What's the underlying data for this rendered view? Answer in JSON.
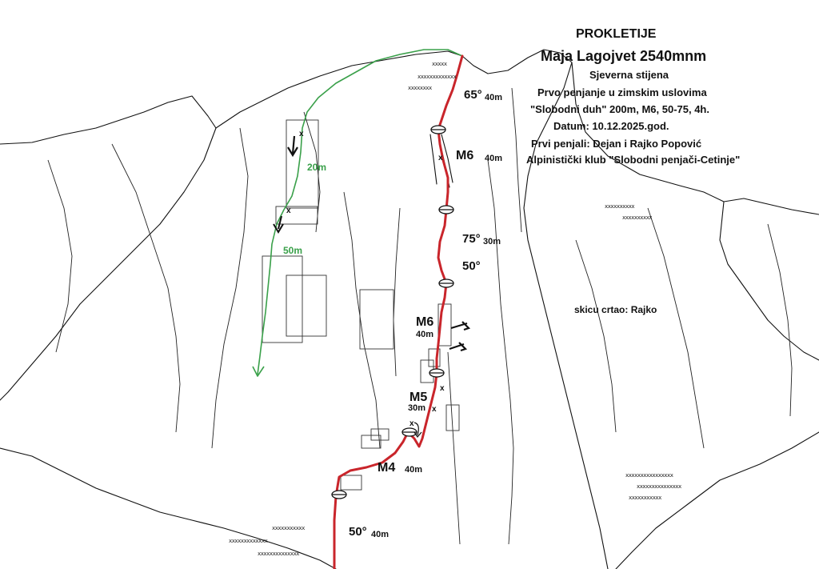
{
  "header": {
    "title": "PROKLETIJE",
    "peak": "Maja Lagojvet 2540mnm",
    "face": "Sjeverna stijena",
    "ascent": "Prvo penjanje u zimskim uslovima",
    "route": "\"Slobodni duh\" 200m, M6, 50-75, 4h.",
    "date": "Datum: 10.12.2025.god.",
    "climbers": "Prvi penjali: Dejan i Rajko Popović",
    "club": "Alpinistički klub \"Slobodni penjači-Cetinje\""
  },
  "credit": "skicu crtao: Rajko",
  "pitches": [
    {
      "grade": "65°",
      "length": "40m"
    },
    {
      "grade": "M6",
      "length": "40m"
    },
    {
      "grade": "75°",
      "length": "30m"
    },
    {
      "grade": "50°",
      "length": ""
    },
    {
      "grade": "M6",
      "length": "40m"
    },
    {
      "grade": "M5",
      "length": "30m"
    },
    {
      "grade": "M4",
      "length": "40m"
    },
    {
      "grade": "50°",
      "length": "40m"
    }
  ],
  "descent": [
    {
      "length": "20m"
    },
    {
      "length": "50m"
    }
  ],
  "marker": "x",
  "texture": {
    "a": "xxxxx",
    "b": "xxxxxxxxxxxxx",
    "c": "xxxxxxxx",
    "d": "xxxxxxxxxx",
    "e": "xxxxxxxxxx",
    "f": "xxxxxxxxxxxxxxxx",
    "g": "xxxxxxxxxxxxxxx",
    "h": "xxxxxxxxxxx",
    "i": "xxxxxxxxxxx",
    "j": "xxxxxxxxxxxxx",
    "k": "xxxxxxxxxxxxxx"
  },
  "colors": {
    "route": "#c9252b",
    "descent": "#3aa04a",
    "ink": "#111111"
  }
}
